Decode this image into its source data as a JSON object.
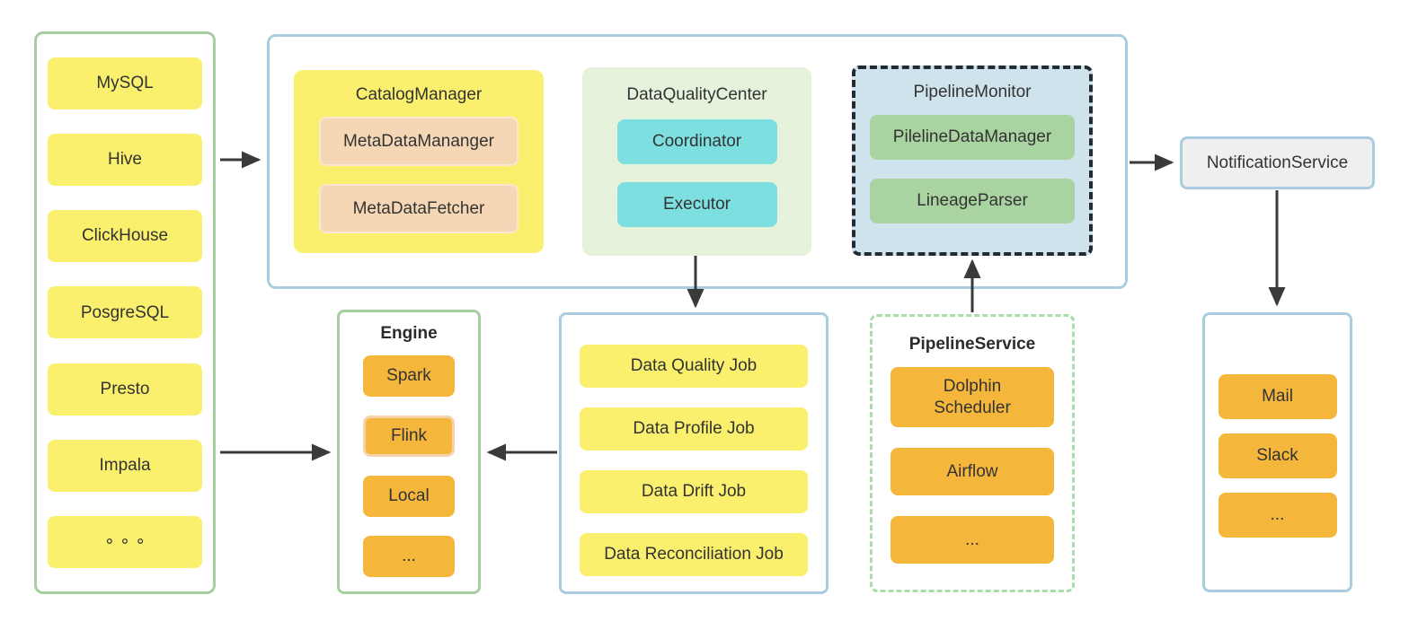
{
  "colors": {
    "yellow_box": "#FAF06E",
    "orange_box": "#F5B63C",
    "peach_box": "#F6D7B5",
    "cyan_box": "#7EDFE0",
    "green_box": "#A9D4A1",
    "light_green_group": "#E5F3DC",
    "light_blue_group": "#CFE3ED",
    "gray_box": "#F0EFEF",
    "green_border": "#A5CF9E",
    "blue_border": "#A9CCDF",
    "dark_dashed_border": "#222B33",
    "green_dashed_border": "#ABDCAB",
    "arrow": "#3A3A3A",
    "text": "#333333"
  },
  "sources_panel": {
    "items": [
      "MySQL",
      "Hive",
      "ClickHouse",
      "PosgreSQL",
      "Presto",
      "Impala",
      "∘ ∘ ∘"
    ]
  },
  "platform_panel": {
    "catalog_manager": {
      "title": "CatalogManager",
      "items": [
        "MetaDataMananger",
        "MetaDataFetcher"
      ]
    },
    "data_quality_center": {
      "title": "DataQualityCenter",
      "items": [
        "Coordinator",
        "Executor"
      ]
    },
    "pipeline_monitor": {
      "title": "PipelineMonitor",
      "items": [
        "PilelineDataManager",
        "LineageParser"
      ]
    }
  },
  "notification_service": {
    "label": "NotificationService"
  },
  "engine_panel": {
    "title": "Engine",
    "items": [
      "Spark",
      "Flink",
      "Local",
      "..."
    ]
  },
  "jobs_panel": {
    "items": [
      "Data Quality Job",
      "Data Profile Job",
      "Data Drift Job",
      "Data Reconciliation Job"
    ]
  },
  "pipeline_service_panel": {
    "title": "PipelineService",
    "items": [
      "Dolphin\nScheduler",
      "Airflow",
      "..."
    ]
  },
  "channels_panel": {
    "items": [
      "Mail",
      "Slack",
      "..."
    ]
  }
}
